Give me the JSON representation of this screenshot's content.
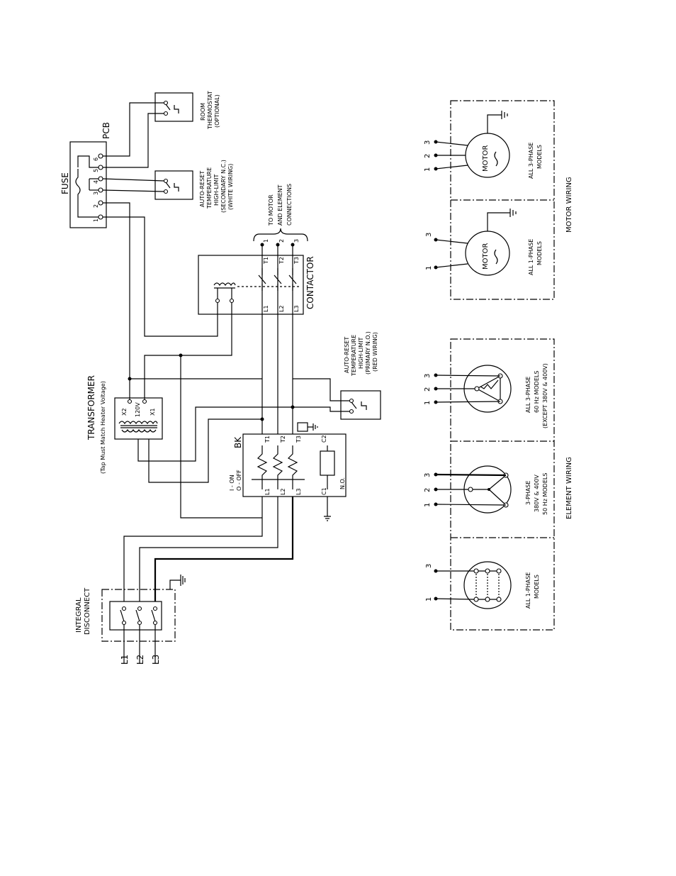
{
  "labels": {
    "fuse": "FUSE",
    "pcb": "PCB",
    "pcb_terms": [
      "1",
      "2",
      "3",
      "4",
      "5",
      "6"
    ],
    "room_thermostat": [
      "ROOM",
      "THERMOSTAT",
      "(OPTIONAL)"
    ],
    "secondary_limit": [
      "AUTO-RESET",
      "TEMPERATURE",
      "HIGH-LIMIT",
      "(SECONDARY N.C.)",
      "(WHITE WIRING)"
    ],
    "to_motor": [
      "TO MOTOR",
      "AND ELEMENT",
      "CONNECTIONS"
    ],
    "motor_terms": [
      "1",
      "2",
      "3"
    ],
    "contactor": "CONTACTOR",
    "contactor_terms_top": [
      "T1",
      "T2",
      "T3"
    ],
    "contactor_terms_bottom": [
      "L1",
      "L2",
      "L3"
    ],
    "primary_limit": [
      "AUTO-RESET",
      "TEMPERATURE",
      "HIGH-LIMIT",
      "(PRIMARY N.O.)",
      "(RED WIRING)"
    ],
    "transformer": [
      "TRANSFORMER",
      "(Tap Must Match Heater Voltage)"
    ],
    "transformer_terms": [
      "X2",
      "120V",
      "X1"
    ],
    "bk": "BK",
    "bk_terms_top": [
      "T1",
      "T2",
      "T3",
      "C2"
    ],
    "bk_terms_bottom": [
      "L1",
      "L2",
      "L3",
      "C1",
      "N.O."
    ],
    "bk_switch": [
      "I  -  ON",
      "O  -  OFF"
    ],
    "integral_disconnect": [
      "INTEGRAL",
      "DISCONNECT"
    ],
    "line_labels": [
      "L1",
      "L2",
      "L3"
    ],
    "motor_1ph": [
      "ALL 1-PHASE",
      "MODELS"
    ],
    "motor_3ph": [
      "ALL 3-PHASE",
      "MODELS"
    ],
    "motor": "MOTOR",
    "motor_wiring": "MOTOR WIRING",
    "elem_1ph": [
      "ALL 1-PHASE",
      "MODELS"
    ],
    "elem_3ph_50": [
      "3-PHASE",
      "380V & 400V",
      "50 Hz MODELS"
    ],
    "elem_3ph_60": [
      "ALL 3-PHASE",
      "60 Hz MODELS",
      "(EXCEPT 380V & 400V)"
    ],
    "element_wiring": "ELEMENT WIRING",
    "pin_1": "1",
    "pin_2": "2",
    "pin_3": "3"
  }
}
